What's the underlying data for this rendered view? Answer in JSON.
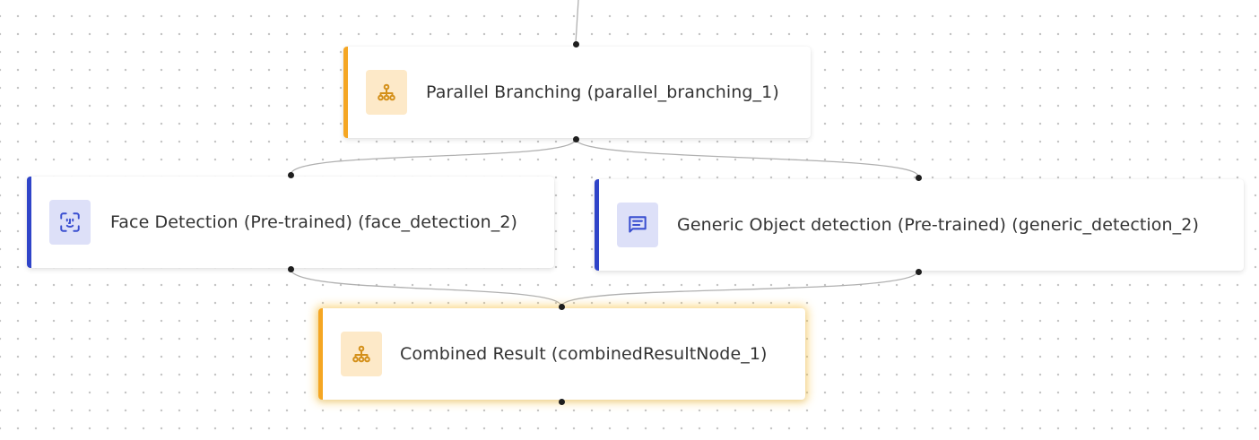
{
  "canvas": {
    "background": "#ffffff",
    "dot_color": "#c3c3c3",
    "edge_color": "#b0b0b0"
  },
  "nodes": {
    "parallel_branching": {
      "label": "Parallel Branching (parallel_branching_1)",
      "icon": "branching-icon",
      "accent_color": "#f5a623",
      "icon_bg": "#fde9c8",
      "icon_color": "#d4901a"
    },
    "face_detection": {
      "label": "Face Detection (Pre-trained) (face_detection_2)",
      "icon": "face-scan-icon",
      "accent_color": "#2f44c8",
      "icon_bg": "#dde0f8",
      "icon_color": "#3a4fd0"
    },
    "generic_detection": {
      "label": "Generic Object detection (Pre-trained) (generic_detection_2)",
      "icon": "message-text-icon",
      "accent_color": "#2f44c8",
      "icon_bg": "#dde0f8",
      "icon_color": "#3a4fd0"
    },
    "combined_result": {
      "label": "Combined Result (combinedResultNode_1)",
      "icon": "branching-icon",
      "accent_color": "#f5a623",
      "icon_bg": "#fde9c8",
      "icon_color": "#d4901a",
      "selected": true
    }
  }
}
